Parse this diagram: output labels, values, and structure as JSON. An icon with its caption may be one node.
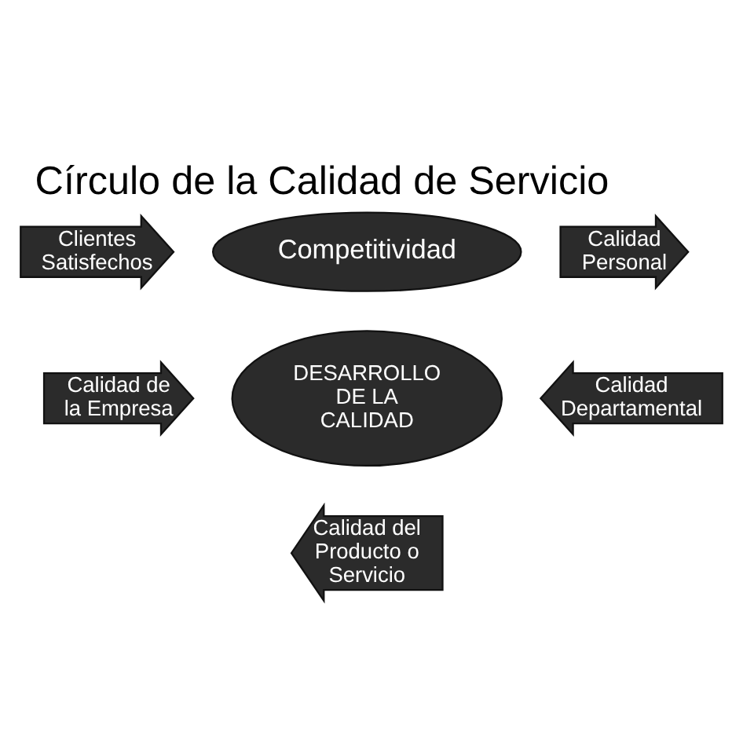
{
  "diagram": {
    "title": "Círculo de la Calidad de Servicio",
    "nodes": [
      {
        "text": [
          "Competitividad"
        ]
      },
      {
        "text": [
          "Calidad Personal"
        ]
      },
      {
        "text": [
          "Calidad Departamental"
        ]
      },
      {
        "text": [
          "Calidad del Producto o Servicio"
        ]
      },
      {
        "text": [
          "Calidad de la Empresa"
        ]
      },
      {
        "text": [
          "Clientes Satisfechos"
        ]
      },
      {
        "text": [
          "DESARROLLO DE LA CALIDAD"
        ]
      }
    ]
  }
}
